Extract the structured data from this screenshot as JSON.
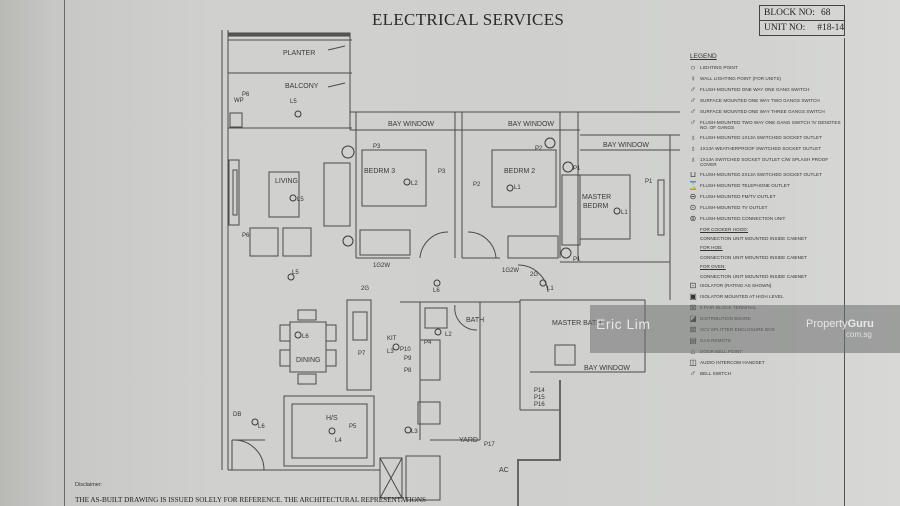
{
  "title": "ELECTRICAL SERVICES",
  "title_block": {
    "block_label": "BLOCK NO:",
    "block_value": "68",
    "unit_label": "UNIT NO:",
    "unit_value": "#18-14"
  },
  "rooms": {
    "planter": "PLANTER",
    "balcony": "BALCONY",
    "living": "LIVING",
    "dining": "DINING",
    "bedrm3": "BEDRM 3",
    "bedrm2": "BEDRM 2",
    "master_bedrm_1": "MASTER",
    "master_bedrm_2": "BEDRM",
    "bay_window_1": "BAY WINDOW",
    "bay_window_2": "BAY WINDOW",
    "bay_window_3": "BAY WINDOW",
    "bay_window_4": "BAY WINDOW",
    "bath": "BATH",
    "master_bath": "MASTER BATH",
    "hs": "H/S",
    "yard": "YARD",
    "ac": "AC",
    "kit": "KIT"
  },
  "points": {
    "P1": "P1",
    "P2": "P2",
    "P3": "P3",
    "P4": "P4",
    "P5": "P5",
    "P6": "P6",
    "P7": "P7",
    "P8": "P8",
    "P9": "P9",
    "P10": "P10",
    "P14": "P14",
    "P15": "P15",
    "P16": "P16",
    "P17": "P17",
    "L1": "L1",
    "L2": "L2",
    "L3": "L3",
    "L4": "L4",
    "L5": "L5",
    "L6": "L6",
    "WP": "WP",
    "DB": "DB",
    "2G": "2G",
    "1G2W": "1G2W"
  },
  "legend": {
    "title": "LEGEND",
    "items": [
      {
        "icon": "lighting-point-icon",
        "glyph": "○",
        "label": "LIGHTING POINT"
      },
      {
        "icon": "wall-lighting-point-icon",
        "glyph": "♀",
        "label": "WALL LIGHTING POINT (FOR UNITS)"
      },
      {
        "icon": "one-way-one-gang-switch-icon",
        "glyph": "♂",
        "label": "FLUSH-MOUNTED ONE WAY ONE GANG SWITCH"
      },
      {
        "icon": "one-way-two-gang-switch-icon",
        "glyph": "♂",
        "label": "SURFACE MOUNTED ONE WAY TWO GANGS SWITCH"
      },
      {
        "icon": "one-way-three-gang-switch-icon",
        "glyph": "♂",
        "label": "SURFACE MOUNTED ONE WAY THREE GANGS SWITCH"
      },
      {
        "icon": "two-way-one-gang-switch-icon",
        "glyph": "♂",
        "label": "FLUSH-MOUNTED TWO WAY ONE GANG SWITCH 'n' DENOTES NO. OF GANGS"
      },
      {
        "icon": "socket-outlet-icon",
        "glyph": "♁",
        "label": "FLUSH-MOUNTED 1X13A SWITCHED SOCKET OUTLET"
      },
      {
        "icon": "weatherproof-socket-icon",
        "glyph": "♁",
        "label": "1x13A WEATHERPROOF SWITCHED SOCKET OUTLET"
      },
      {
        "icon": "splash-proof-socket-icon",
        "glyph": "♁",
        "label": "1x13A SWITCHED SOCKET OUTLET C/W SPLASH PROOF COVER"
      },
      {
        "icon": "twin-socket-outlet-icon",
        "glyph": "⊔",
        "label": "FLUSH-MOUNTED 2X13A SWITCHED SOCKET OUTLET"
      },
      {
        "icon": "telephone-outlet-icon",
        "glyph": "⌛",
        "label": "FLUSH-MOUNTED TELEPHONE OUTLET"
      },
      {
        "icon": "fm-tv-outlet-icon",
        "glyph": "⊖",
        "label": "FLUSH-MOUNTED FM/TV OUTLET"
      },
      {
        "icon": "tv-outlet-icon",
        "glyph": "⊙",
        "label": "FLUSH-MOUNTED TV OUTLET"
      },
      {
        "icon": "connection-unit-icon",
        "glyph": "⊚",
        "label": "FLUSH-MOUNTED CONNECTION UNIT"
      },
      {
        "icon": "",
        "glyph": "",
        "label": "FOR COOKER HOOD:",
        "sub": true
      },
      {
        "icon": "",
        "glyph": "",
        "label": "CONNECTION UNIT MOUNTED INSIDE CABINET"
      },
      {
        "icon": "",
        "glyph": "",
        "label": "FOR HOB:",
        "sub": true
      },
      {
        "icon": "",
        "glyph": "",
        "label": "CONNECTION UNIT MOUNTED INSIDE CABINET"
      },
      {
        "icon": "",
        "glyph": "",
        "label": "FOR OVEN:",
        "sub": true
      },
      {
        "icon": "",
        "glyph": "",
        "label": "CONNECTION UNIT MOUNTED INSIDE CABINET"
      },
      {
        "icon": "isolator-icon",
        "glyph": "⊡",
        "label": "ISOLATOR (RATING AS SHOWN)"
      },
      {
        "icon": "isolator-high-level-icon",
        "glyph": "▣",
        "label": "ISOLATOR MOUNTED AT HIGH LEVEL"
      },
      {
        "icon": "block-terminal-icon",
        "glyph": "⊠",
        "label": "5 PAIR BLOCK TERMINAL"
      },
      {
        "icon": "distribution-board-icon",
        "glyph": "◪",
        "label": "DISTRIBUTION BOARD"
      },
      {
        "icon": "scv-splitter-box-icon",
        "glyph": "⊠",
        "label": "SCV SPLITTER ENCLOSURE BOX"
      },
      {
        "icon": "gas-remote-icon",
        "glyph": "▤",
        "label": "GAS REMOTE"
      },
      {
        "icon": "door-bell-point-icon",
        "glyph": "⌂",
        "label": "DOOR BELL POINT"
      },
      {
        "icon": "audio-intercom-icon",
        "glyph": "◫",
        "label": "AUDIO INTERCOM HANDSET"
      },
      {
        "icon": "bell-switch-icon",
        "glyph": "♂",
        "label": "BELL SWITCH"
      }
    ]
  },
  "watermark": {
    "name": "Eric Lim",
    "brand_light": "Property",
    "brand_bold": "Guru",
    "domain": "com.sg"
  },
  "disclaimer": {
    "label": "Disclaimer:",
    "text": "THE AS-BUILT DRAWING IS ISSUED SOLELY FOR REFERENCE. THE ARCHITECTURAL REPRESENTATIONS"
  }
}
